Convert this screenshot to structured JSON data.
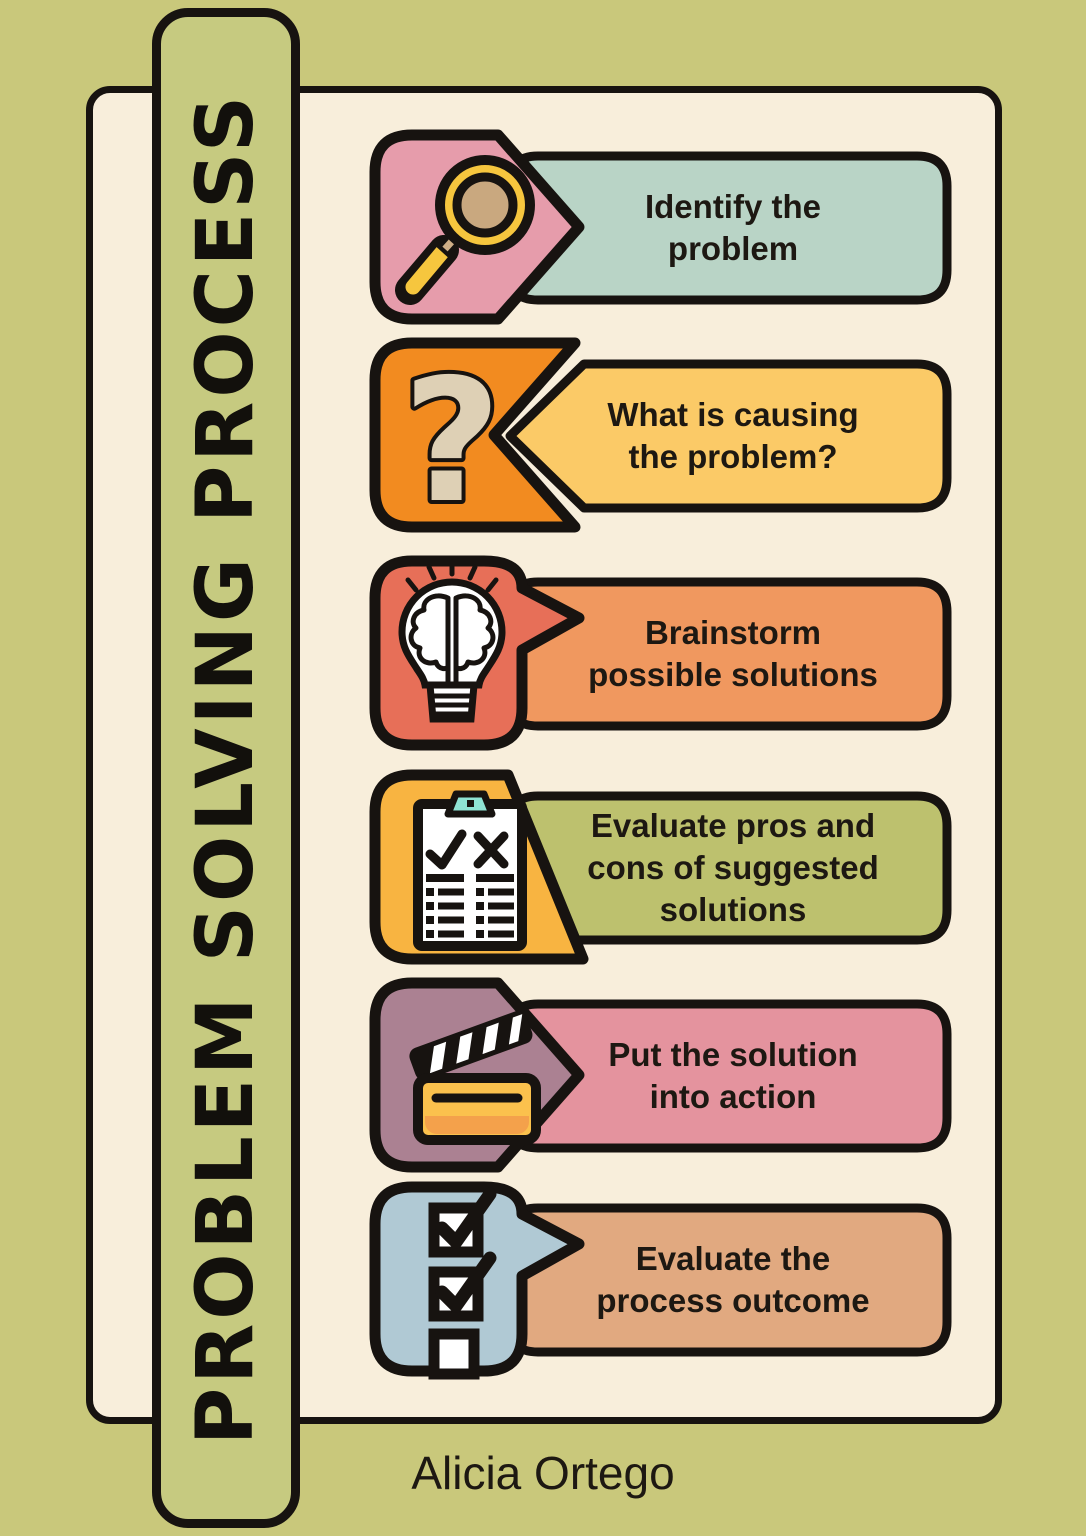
{
  "title": {
    "text": "PROBLEM SOLVING PROCESS"
  },
  "palette": {
    "background": "#c9c87b",
    "title_bar": "#c6ca80",
    "panel": "#f8eedb",
    "outline": "#171310",
    "magnifier_yellow": "#f6c63e",
    "magnifier_lens": "#c9a87f",
    "question_mark_tan": "#ded0b5",
    "clipboard_clip_teal": "#8fe3d3",
    "clapper_yellow": "#fbc14d",
    "clapper_shadow": "#f4a14b"
  },
  "steps": [
    {
      "label": "Identify the problem",
      "icon": "magnifying-glass-icon",
      "tile_shape": "arrow-right",
      "tile_color": "#e69cab",
      "label_color": "#b9d4c6"
    },
    {
      "label": "What is causing the problem?",
      "icon": "question-mark-icon",
      "glyph": "?",
      "tile_shape": "swallowtail",
      "tile_color": "#f28b20",
      "label_color": "#fbca67"
    },
    {
      "label": "Brainstorm possible solutions",
      "icon": "brain-lightbulb-icon",
      "tile_shape": "speech-bubble",
      "tile_color": "#e76f58",
      "label_color": "#f0985f"
    },
    {
      "label": "Evaluate pros and cons of suggested solutions",
      "icon": "clipboard-checklist-icon",
      "tile_shape": "slant",
      "tile_color": "#f8b441",
      "label_color": "#bdc16e"
    },
    {
      "label": "Put the solution into action",
      "icon": "clapperboard-icon",
      "tile_shape": "arrow-right",
      "tile_color": "#ab8192",
      "label_color": "#e4939e"
    },
    {
      "label": "Evaluate the process outcome",
      "icon": "checklist-icon",
      "tile_shape": "speech-bubble",
      "tile_color": "#b0c9d4",
      "label_color": "#e1a980"
    }
  ],
  "footer": {
    "author": "Alicia Ortego"
  }
}
